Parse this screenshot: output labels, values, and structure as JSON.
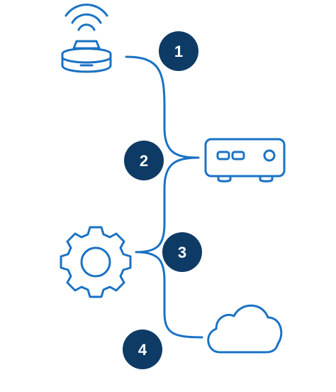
{
  "colors": {
    "accent": "#1a72c4",
    "badge": "#0e3a66",
    "background": "#ffffff"
  },
  "nodes": [
    {
      "icon": "wireless-sensor-icon"
    },
    {
      "icon": "gateway-device-icon"
    },
    {
      "icon": "gear-icon"
    },
    {
      "icon": "cloud-icon"
    }
  ],
  "steps": [
    {
      "number": "1"
    },
    {
      "number": "2"
    },
    {
      "number": "3"
    },
    {
      "number": "4"
    }
  ]
}
